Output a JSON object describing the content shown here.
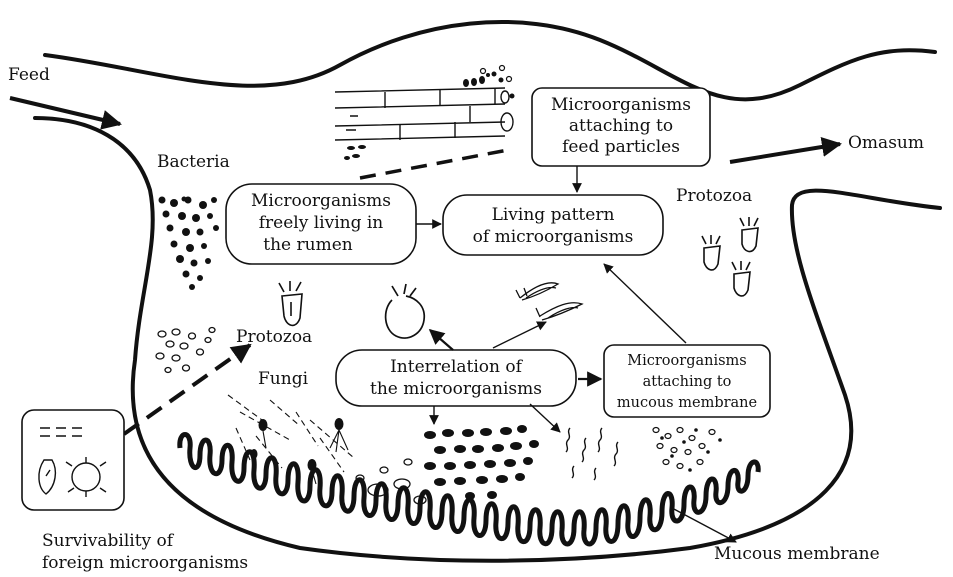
{
  "labels": {
    "feed": "Feed",
    "omasum": "Omasum",
    "bacteria": "Bacteria",
    "protozoa_right": "Protozoa",
    "protozoa_left": "Protozoa",
    "fungi": "Fungi",
    "survivability": [
      "Survivability of",
      "foreign microorganisms"
    ],
    "mucous_membrane": "Mucous membrane"
  },
  "boxes": {
    "attaching_feed": [
      "Microorganisms",
      "attaching to",
      "feed particles"
    ],
    "freely_living": [
      "Microorganisms",
      "freely living in",
      "the rumen"
    ],
    "living_pattern": [
      "Living pattern",
      "of microorganisms"
    ],
    "interrelation": [
      "Interrelation of",
      "the microorganisms"
    ],
    "attaching_mucous": [
      "Microorganisms",
      "attaching to",
      "mucous membrane"
    ]
  },
  "icons": {
    "bacteria_cluster": "dot-cluster",
    "protozoa": "protozoa-cell",
    "fungi": "fungal-hyphae",
    "feed_fiber": "plant-fiber"
  },
  "colors": {
    "ink": "#111111",
    "background": "#ffffff"
  }
}
